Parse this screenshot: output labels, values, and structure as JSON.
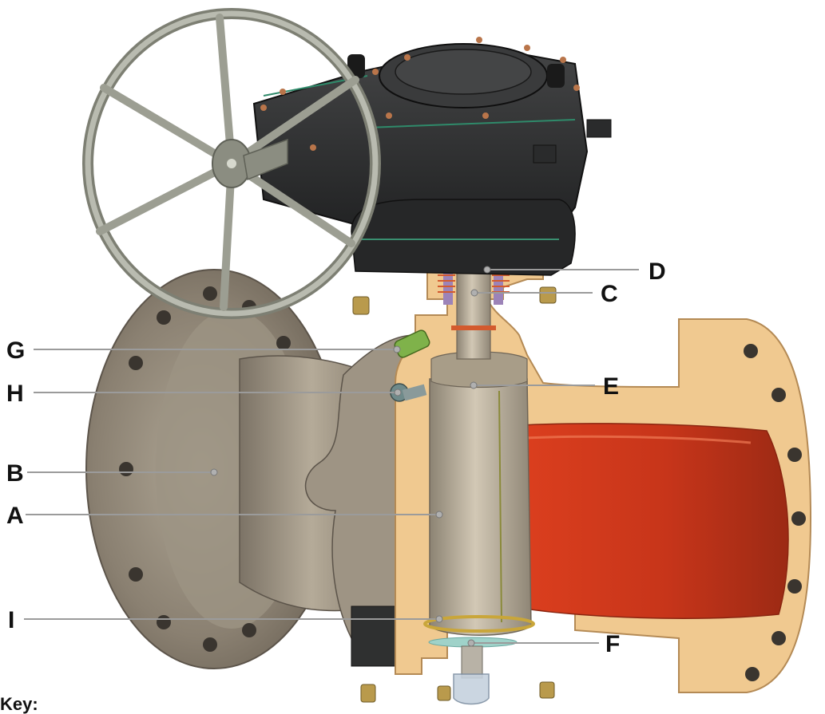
{
  "diagram": {
    "key_label": "Key:",
    "callouts": {
      "A": "A",
      "B": "B",
      "C": "C",
      "D": "D",
      "E": "E",
      "F": "F",
      "G": "G",
      "H": "H",
      "I": "I"
    }
  },
  "colors": {
    "cut_section": "#f0c990",
    "cut_edge": "#b48a55",
    "bore_red": "#d83a1c",
    "body_metal": "#8c8274",
    "handwheel": "#a9ab9e",
    "actuator_black": "#2a2b2c",
    "fastener_gold": "#b99a4c",
    "plug_metal": "#b8ad9a",
    "leader_line": "#9b9b9b"
  }
}
